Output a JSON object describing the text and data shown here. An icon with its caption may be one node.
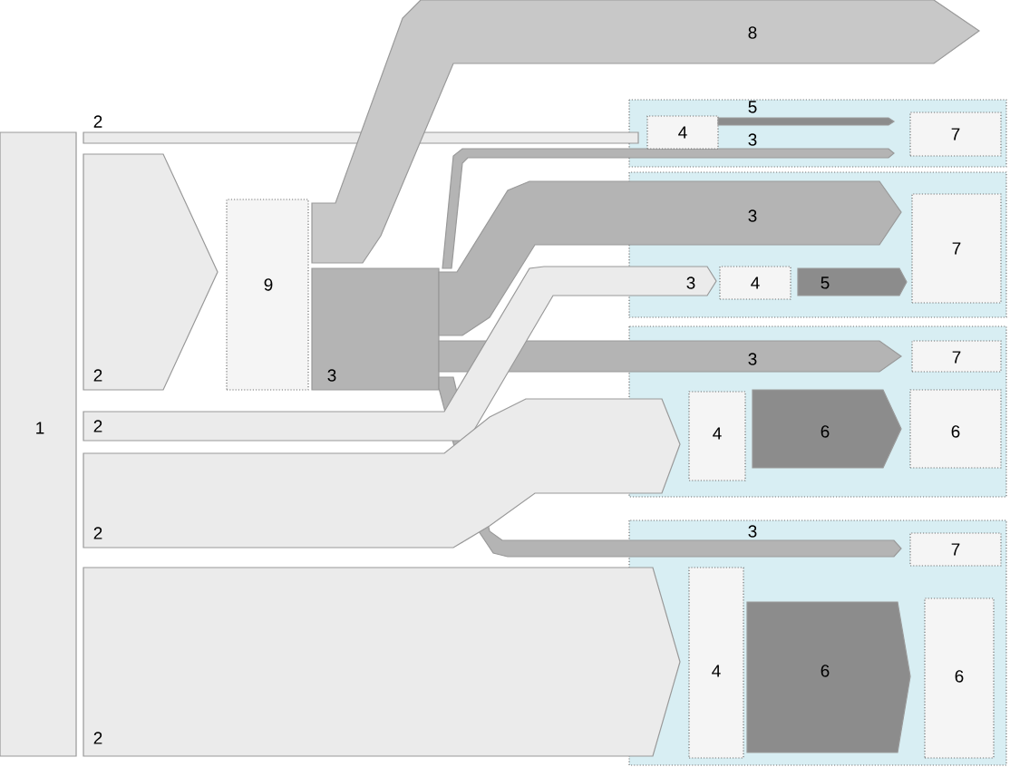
{
  "diagram": {
    "nodes": [
      {
        "text": [
          "1"
        ]
      },
      {
        "text": [
          "2"
        ]
      },
      {
        "text": [
          "2"
        ]
      },
      {
        "text": [
          "9"
        ]
      },
      {
        "text": [
          "8"
        ]
      },
      {
        "text": [
          "3"
        ]
      },
      {
        "text": [
          "3"
        ]
      },
      {
        "text": [
          "3"
        ]
      },
      {
        "text": [
          "3"
        ]
      },
      {
        "text": [
          "3"
        ]
      },
      {
        "text": [
          "2",
          "3"
        ]
      },
      {
        "text": [
          "2"
        ]
      },
      {
        "text": [
          "2"
        ]
      },
      {
        "text": [
          "4"
        ]
      },
      {
        "text": [
          "7"
        ]
      },
      {
        "text": [
          "4"
        ]
      },
      {
        "text": [
          "7"
        ]
      },
      {
        "text": [
          "7"
        ]
      },
      {
        "text": [
          "4"
        ]
      },
      {
        "text": [
          "6"
        ]
      },
      {
        "text": [
          "7"
        ]
      },
      {
        "text": [
          "4"
        ]
      },
      {
        "text": [
          "6"
        ]
      },
      {
        "text": [
          "5"
        ]
      },
      {
        "text": [
          "5"
        ]
      },
      {
        "text": [
          "6"
        ]
      },
      {
        "text": [
          "6"
        ]
      }
    ]
  }
}
